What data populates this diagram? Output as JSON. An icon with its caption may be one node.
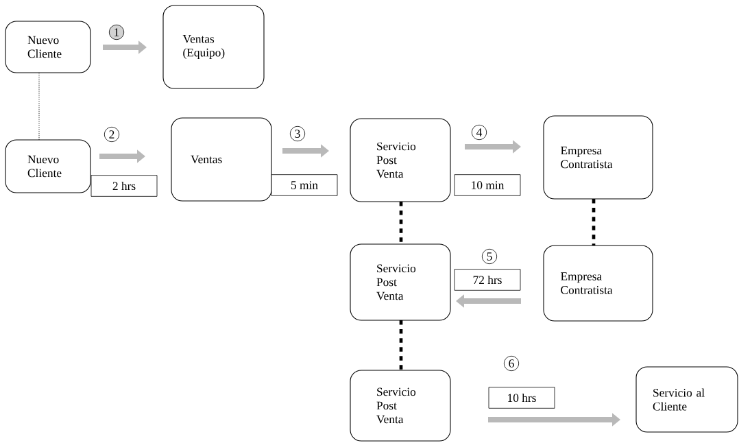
{
  "diagram": {
    "nodes": [
      {
        "text": [
          "Nuevo Cliente"
        ]
      },
      {
        "text": [
          "Ventas (Equipo)"
        ]
      },
      {
        "text": [
          "Nuevo Cliente"
        ]
      },
      {
        "text": [
          "Ventas"
        ]
      },
      {
        "text": [
          "Servicio Post Venta"
        ]
      },
      {
        "text": [
          "Empresa Contratista"
        ]
      },
      {
        "text": [
          "Servicio Post Venta"
        ]
      },
      {
        "text": [
          "Empresa Contratista"
        ]
      },
      {
        "text": [
          "Servicio Post Venta"
        ]
      },
      {
        "text": [
          "Servicio al Cliente"
        ]
      }
    ],
    "edges": [
      {
        "from": 0,
        "to": 1,
        "arrow": "to"
      },
      {
        "from": 2,
        "to": 3,
        "arrow": "to",
        "label": "2 hrs"
      },
      {
        "from": 3,
        "to": 4,
        "arrow": "to",
        "label": "5 min"
      },
      {
        "from": 4,
        "to": 5,
        "arrow": "to",
        "label": "10 min"
      },
      {
        "from": 7,
        "to": 6,
        "arrow": "to",
        "label": "72 hrs"
      },
      {
        "from": 8,
        "to": 9,
        "arrow": "to",
        "label": "10 hrs"
      },
      {
        "from": 0,
        "to": 2,
        "arrow": "none",
        "style": "dashed",
        "color": "#000000"
      },
      {
        "from": 4,
        "to": 6,
        "arrow": "none",
        "style": "dashed",
        "color": "#000000"
      },
      {
        "from": 6,
        "to": 8,
        "arrow": "none",
        "style": "dashed",
        "color": "#000000"
      },
      {
        "from": 5,
        "to": 7,
        "arrow": "none",
        "style": "dashed",
        "color": "#000000"
      }
    ],
    "labels": [
      "1",
      "2",
      "3",
      "4",
      "5",
      "6"
    ]
  }
}
